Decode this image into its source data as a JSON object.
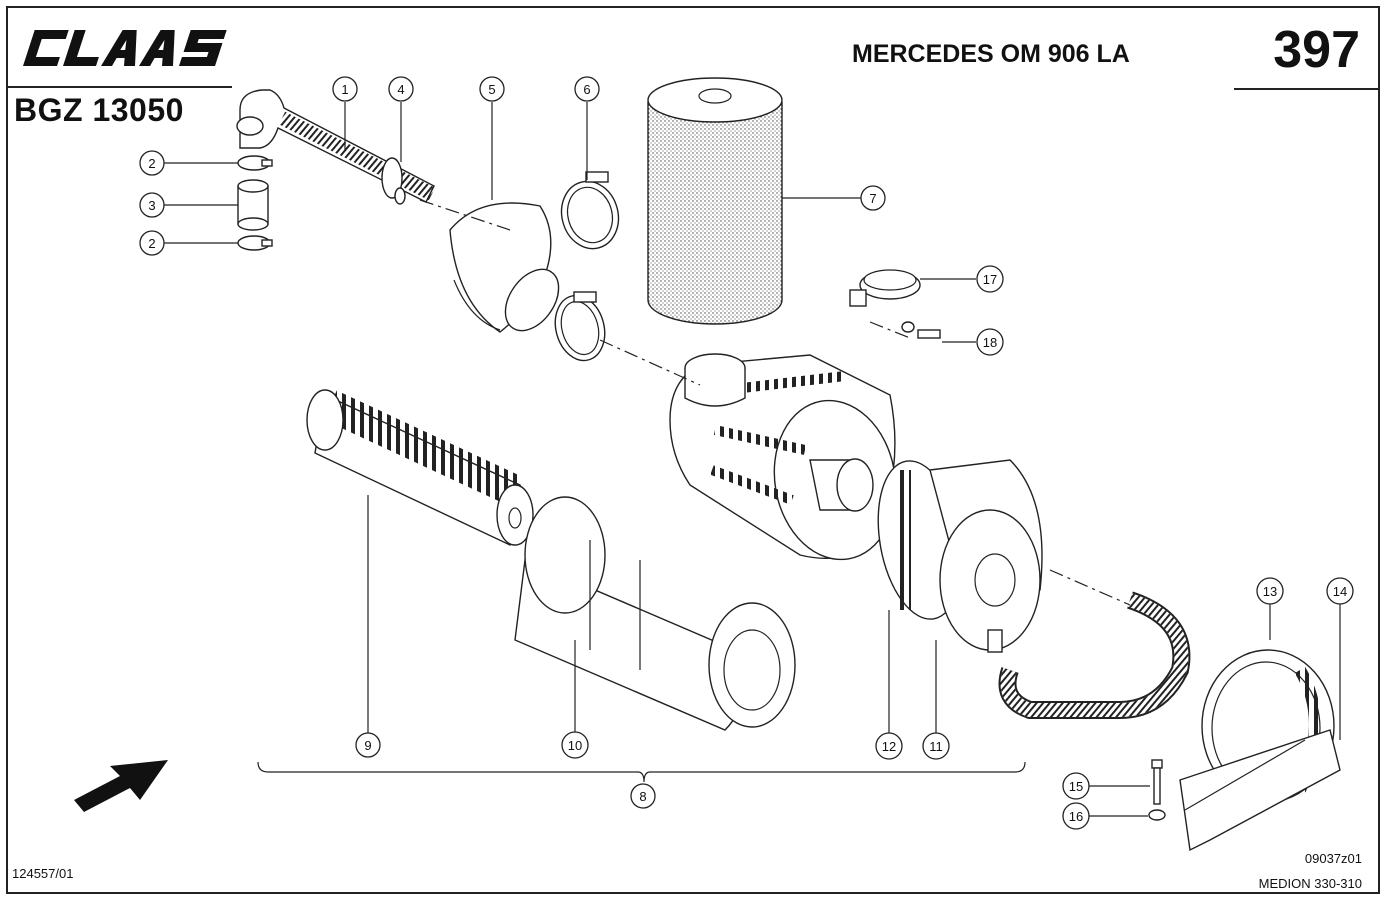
{
  "header": {
    "brand": "CLAAS",
    "doc_id": "BGZ 13050",
    "engine": "MERCEDES OM 906 LA",
    "page_number": "397"
  },
  "footer": {
    "left_code": "124557/01",
    "drawing_code": "09037z01",
    "model": "MEDION 330-310"
  },
  "callouts": [
    {
      "label": "1"
    },
    {
      "label": "4"
    },
    {
      "label": "5"
    },
    {
      "label": "6"
    },
    {
      "label": "2"
    },
    {
      "label": "3"
    },
    {
      "label": "2"
    },
    {
      "label": "7"
    },
    {
      "label": "17"
    },
    {
      "label": "18"
    },
    {
      "label": "9"
    },
    {
      "label": "10"
    },
    {
      "label": "12"
    },
    {
      "label": "11"
    },
    {
      "label": "13"
    },
    {
      "label": "14"
    },
    {
      "label": "8"
    },
    {
      "label": "15"
    },
    {
      "label": "16"
    }
  ]
}
